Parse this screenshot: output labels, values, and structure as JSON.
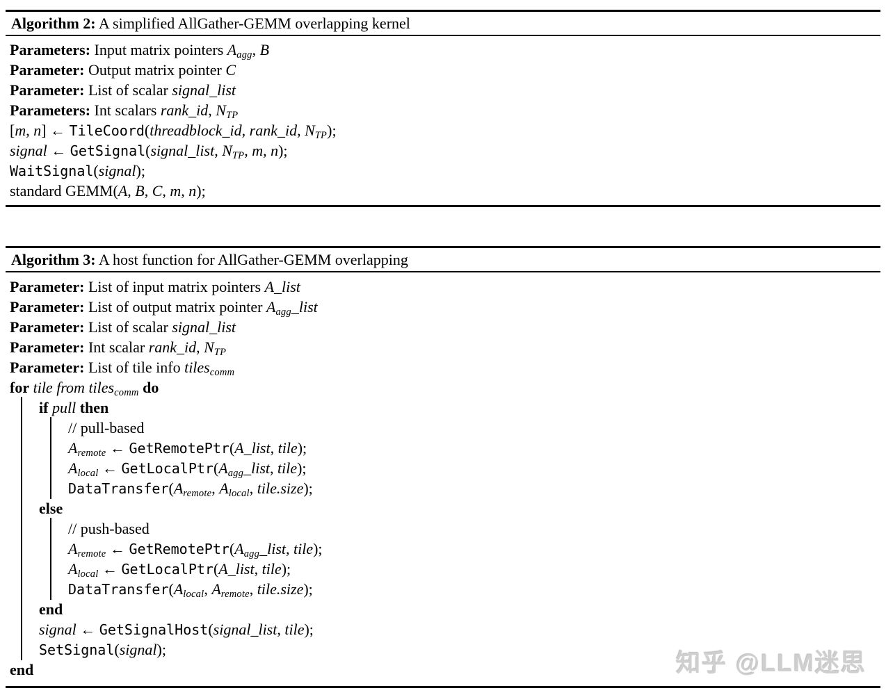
{
  "page": {
    "background": "#ffffff",
    "text_color": "#000000",
    "rule_color": "#000000"
  },
  "watermark": {
    "text": "知乎 @LLM迷思",
    "color": "#cfcfcf"
  },
  "algorithms": [
    {
      "number": "Algorithm 2:",
      "title": "A simplified AllGather-GEMM overlapping kernel",
      "caption": [
        [
          "b",
          "Algorithm 2:"
        ],
        [
          "r",
          " A simplified AllGather-GEMM overlapping kernel"
        ]
      ],
      "lines": [
        {
          "indent": 0,
          "bars": [],
          "segs": [
            [
              "b",
              "Parameters:"
            ],
            [
              "r",
              " Input matrix pointers "
            ],
            [
              "i",
              "A"
            ],
            [
              "sub",
              "agg"
            ],
            [
              "r",
              ", "
            ],
            [
              "i",
              "B"
            ]
          ]
        },
        {
          "indent": 0,
          "bars": [],
          "segs": [
            [
              "b",
              "Parameter:"
            ],
            [
              "r",
              " Output matrix pointer "
            ],
            [
              "i",
              "C"
            ]
          ]
        },
        {
          "indent": 0,
          "bars": [],
          "segs": [
            [
              "b",
              "Parameter:"
            ],
            [
              "r",
              " List of scalar "
            ],
            [
              "i",
              "signal_list"
            ]
          ]
        },
        {
          "indent": 0,
          "bars": [],
          "segs": [
            [
              "b",
              "Parameters:"
            ],
            [
              "r",
              " Int scalars "
            ],
            [
              "i",
              "rank_id"
            ],
            [
              "r",
              ", "
            ],
            [
              "i",
              "N"
            ],
            [
              "sub",
              "TP"
            ]
          ]
        },
        {
          "indent": 0,
          "bars": [],
          "segs": [
            [
              "r",
              "["
            ],
            [
              "i",
              "m"
            ],
            [
              "r",
              ", "
            ],
            [
              "i",
              "n"
            ],
            [
              "r",
              "] ← "
            ],
            [
              "t",
              "TileCoord"
            ],
            [
              "r",
              "("
            ],
            [
              "i",
              "threadblock_id"
            ],
            [
              "r",
              ", "
            ],
            [
              "i",
              "rank_id"
            ],
            [
              "r",
              ", "
            ],
            [
              "i",
              "N"
            ],
            [
              "sub",
              "TP"
            ],
            [
              "r",
              ");"
            ]
          ]
        },
        {
          "indent": 0,
          "bars": [],
          "segs": [
            [
              "i",
              "signal"
            ],
            [
              "r",
              " ← "
            ],
            [
              "t",
              "GetSignal"
            ],
            [
              "r",
              "("
            ],
            [
              "i",
              "signal_list"
            ],
            [
              "r",
              ", "
            ],
            [
              "i",
              "N"
            ],
            [
              "sub",
              "TP"
            ],
            [
              "r",
              ", "
            ],
            [
              "i",
              "m"
            ],
            [
              "r",
              ", "
            ],
            [
              "i",
              "n"
            ],
            [
              "r",
              ");"
            ]
          ]
        },
        {
          "indent": 0,
          "bars": [],
          "segs": [
            [
              "t",
              "WaitSignal"
            ],
            [
              "r",
              "("
            ],
            [
              "i",
              "signal"
            ],
            [
              "r",
              ");"
            ]
          ]
        },
        {
          "indent": 0,
          "bars": [],
          "segs": [
            [
              "r",
              "standard GEMM("
            ],
            [
              "i",
              "A"
            ],
            [
              "r",
              ", "
            ],
            [
              "i",
              "B"
            ],
            [
              "r",
              ", "
            ],
            [
              "i",
              "C"
            ],
            [
              "r",
              ", "
            ],
            [
              "i",
              "m"
            ],
            [
              "r",
              ", "
            ],
            [
              "i",
              "n"
            ],
            [
              "r",
              ");"
            ]
          ]
        }
      ]
    },
    {
      "number": "Algorithm 3:",
      "title": "A host function for AllGather-GEMM overlapping",
      "caption": [
        [
          "b",
          "Algorithm 3:"
        ],
        [
          "r",
          " A host function for AllGather-GEMM overlapping"
        ]
      ],
      "lines": [
        {
          "indent": 0,
          "bars": [],
          "segs": [
            [
              "b",
              "Parameter:"
            ],
            [
              "r",
              " List of input matrix pointers "
            ],
            [
              "i",
              "A_list"
            ]
          ]
        },
        {
          "indent": 0,
          "bars": [],
          "segs": [
            [
              "b",
              "Parameter:"
            ],
            [
              "r",
              " List of output matrix pointer "
            ],
            [
              "i",
              "A"
            ],
            [
              "sub",
              "agg"
            ],
            [
              "i",
              "_list"
            ]
          ]
        },
        {
          "indent": 0,
          "bars": [],
          "segs": [
            [
              "b",
              "Parameter:"
            ],
            [
              "r",
              " List of scalar "
            ],
            [
              "i",
              "signal_list"
            ]
          ]
        },
        {
          "indent": 0,
          "bars": [],
          "segs": [
            [
              "b",
              "Parameter:"
            ],
            [
              "r",
              " Int scalar "
            ],
            [
              "i",
              "rank_id"
            ],
            [
              "r",
              ", "
            ],
            [
              "i",
              "N"
            ],
            [
              "sub",
              "TP"
            ]
          ]
        },
        {
          "indent": 0,
          "bars": [],
          "segs": [
            [
              "b",
              "Parameter:"
            ],
            [
              "r",
              " List of tile info "
            ],
            [
              "i",
              "tiles"
            ],
            [
              "sub",
              "comm"
            ]
          ]
        },
        {
          "indent": 0,
          "bars": [],
          "segs": [
            [
              "b",
              "for"
            ],
            [
              "i",
              " tile from tiles"
            ],
            [
              "sub",
              "comm"
            ],
            [
              "b",
              " do"
            ]
          ]
        },
        {
          "indent": 1,
          "bars": [
            0
          ],
          "segs": [
            [
              "b",
              "if"
            ],
            [
              "i",
              " pull "
            ],
            [
              "b",
              "then"
            ]
          ]
        },
        {
          "indent": 2,
          "bars": [
            0,
            1
          ],
          "segs": [
            [
              "c",
              "// pull-based"
            ]
          ]
        },
        {
          "indent": 2,
          "bars": [
            0,
            1
          ],
          "segs": [
            [
              "i",
              "A"
            ],
            [
              "sub",
              "remote"
            ],
            [
              "r",
              " ← "
            ],
            [
              "t",
              "GetRemotePtr"
            ],
            [
              "r",
              "("
            ],
            [
              "i",
              "A_list"
            ],
            [
              "r",
              ", "
            ],
            [
              "i",
              "tile"
            ],
            [
              "r",
              ");"
            ]
          ]
        },
        {
          "indent": 2,
          "bars": [
            0,
            1
          ],
          "segs": [
            [
              "i",
              "A"
            ],
            [
              "sub",
              "local"
            ],
            [
              "r",
              " ← "
            ],
            [
              "t",
              "GetLocalPtr"
            ],
            [
              "r",
              "("
            ],
            [
              "i",
              "A"
            ],
            [
              "sub",
              "agg"
            ],
            [
              "i",
              "_list"
            ],
            [
              "r",
              ", "
            ],
            [
              "i",
              "tile"
            ],
            [
              "r",
              ");"
            ]
          ]
        },
        {
          "indent": 2,
          "bars": [
            0,
            1
          ],
          "segs": [
            [
              "t",
              "DataTransfer"
            ],
            [
              "r",
              "("
            ],
            [
              "i",
              "A"
            ],
            [
              "sub",
              "remote"
            ],
            [
              "r",
              ", "
            ],
            [
              "i",
              "A"
            ],
            [
              "sub",
              "local"
            ],
            [
              "r",
              ", "
            ],
            [
              "i",
              "tile.size"
            ],
            [
              "r",
              ");"
            ]
          ]
        },
        {
          "indent": 1,
          "bars": [
            0
          ],
          "segs": [
            [
              "b",
              "else"
            ]
          ]
        },
        {
          "indent": 2,
          "bars": [
            0,
            1
          ],
          "segs": [
            [
              "c",
              "// push-based"
            ]
          ]
        },
        {
          "indent": 2,
          "bars": [
            0,
            1
          ],
          "segs": [
            [
              "i",
              "A"
            ],
            [
              "sub",
              "remote"
            ],
            [
              "r",
              " ← "
            ],
            [
              "t",
              "GetRemotePtr"
            ],
            [
              "r",
              "("
            ],
            [
              "i",
              "A"
            ],
            [
              "sub",
              "agg"
            ],
            [
              "i",
              "_list"
            ],
            [
              "r",
              ", "
            ],
            [
              "i",
              "tile"
            ],
            [
              "r",
              ");"
            ]
          ]
        },
        {
          "indent": 2,
          "bars": [
            0,
            1
          ],
          "segs": [
            [
              "i",
              "A"
            ],
            [
              "sub",
              "local"
            ],
            [
              "r",
              " ← "
            ],
            [
              "t",
              "GetLocalPtr"
            ],
            [
              "r",
              "("
            ],
            [
              "i",
              "A_list"
            ],
            [
              "r",
              ", "
            ],
            [
              "i",
              "tile"
            ],
            [
              "r",
              ");"
            ]
          ]
        },
        {
          "indent": 2,
          "bars": [
            0,
            1
          ],
          "segs": [
            [
              "t",
              "DataTransfer"
            ],
            [
              "r",
              "("
            ],
            [
              "i",
              "A"
            ],
            [
              "sub",
              "local"
            ],
            [
              "r",
              ", "
            ],
            [
              "i",
              "A"
            ],
            [
              "sub",
              "remote"
            ],
            [
              "r",
              ", "
            ],
            [
              "i",
              "tile.size"
            ],
            [
              "r",
              ");"
            ]
          ]
        },
        {
          "indent": 1,
          "bars": [
            0
          ],
          "segs": [
            [
              "b",
              "end"
            ]
          ]
        },
        {
          "indent": 1,
          "bars": [
            0
          ],
          "segs": [
            [
              "i",
              "signal"
            ],
            [
              "r",
              " ← "
            ],
            [
              "t",
              "GetSignalHost"
            ],
            [
              "r",
              "("
            ],
            [
              "i",
              "signal_list"
            ],
            [
              "r",
              ", "
            ],
            [
              "i",
              "tile"
            ],
            [
              "r",
              ");"
            ]
          ]
        },
        {
          "indent": 1,
          "bars": [
            0
          ],
          "segs": [
            [
              "t",
              "SetSignal"
            ],
            [
              "r",
              "("
            ],
            [
              "i",
              "signal"
            ],
            [
              "r",
              ");"
            ]
          ]
        },
        {
          "indent": 0,
          "bars": [],
          "segs": [
            [
              "b",
              "end"
            ]
          ]
        }
      ]
    }
  ]
}
